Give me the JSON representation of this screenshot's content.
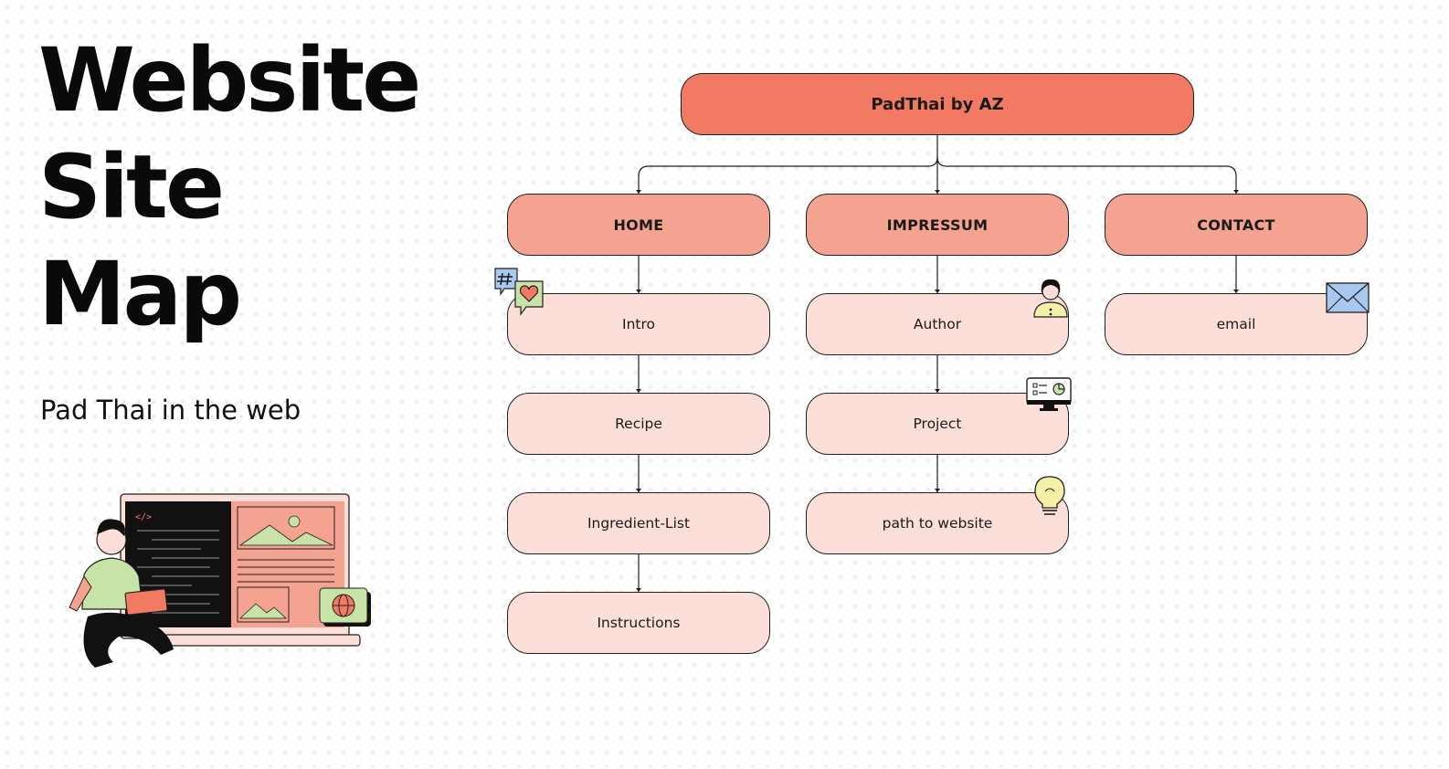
{
  "title": {
    "line1": "Website",
    "line2": "Site",
    "line3": "Map"
  },
  "subtitle": "Pad Thai in the web",
  "illustration": {
    "code_tag": "</>"
  },
  "sitemap": {
    "root": "PadThai by AZ",
    "sections": [
      {
        "label": "HOME",
        "children": [
          "Intro",
          "Recipe",
          "Ingredient-List",
          "Instructions"
        ]
      },
      {
        "label": "IMPRESSUM",
        "children": [
          "Author",
          "Project",
          "path to website"
        ]
      },
      {
        "label": "CONTACT",
        "children": [
          "email"
        ]
      }
    ]
  },
  "decorations": {
    "intro": "hashtag-heart-chat-icon",
    "author": "person-icon",
    "project": "monitor-dashboard-icon",
    "path": "lightbulb-icon",
    "email": "envelope-icon"
  },
  "colors": {
    "root": "#f27a62",
    "section": "#f4a391",
    "leaf": "#fcdfd8",
    "stroke": "#1f1f1f"
  }
}
